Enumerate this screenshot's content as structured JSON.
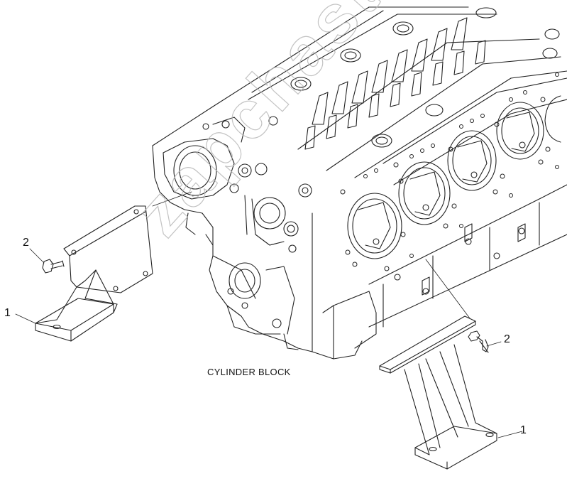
{
  "diagram": {
    "caption": "CYLINDER BLOCK",
    "callouts": {
      "left_part_number": "1",
      "left_bolt_number": "2",
      "right_part_number": "1",
      "right_bolt_number": "2"
    },
    "watermark": "zapchasti"
  }
}
